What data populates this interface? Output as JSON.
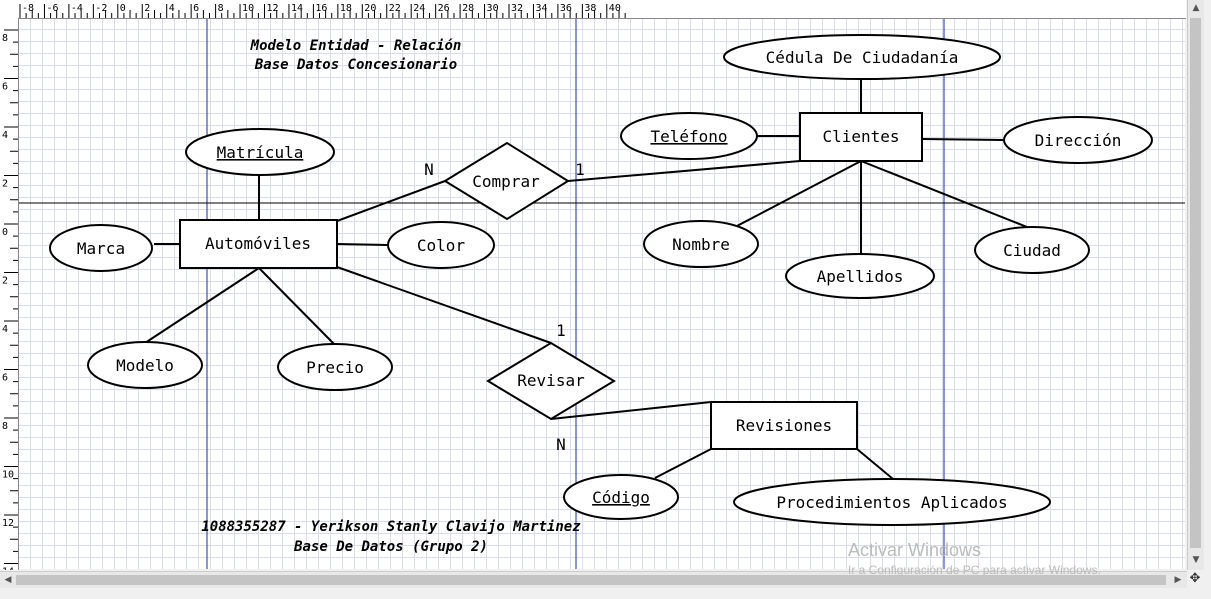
{
  "diagram": {
    "title_lines": [
      "Modelo Entidad - Relación",
      "Base Datos Concesionario"
    ],
    "footer_lines": [
      "1088355287 - Yerikson Stanly Clavijo Martinez",
      "Base De Datos (Grupo 2)"
    ],
    "entities": {
      "automoviles": "Automóviles",
      "clientes": "Clientes",
      "revisiones": "Revisiones"
    },
    "relationships": {
      "comprar": "Comprar",
      "revisar": "Revisar"
    },
    "attributes": {
      "matricula": "Matrícula",
      "marca": "Marca",
      "color": "Color",
      "modelo": "Modelo",
      "precio": "Precio",
      "cedula": "Cédula De Ciudadanía",
      "telefono": "Teléfono",
      "direccion": "Dirección",
      "nombre": "Nombre",
      "apellidos": "Apellidos",
      "ciudad": "Ciudad",
      "codigo": "Código",
      "procedimientos": "Procedimientos Aplicados"
    },
    "cardinalities": {
      "comprar_auto": "N",
      "comprar_cliente": "1",
      "revisar_auto": "1",
      "revisar_revisiones": "N"
    }
  },
  "rulers": {
    "horizontal": [
      "-8",
      "-6",
      "-4",
      "-2",
      "0",
      "2",
      "4",
      "6",
      "8",
      "10",
      "12",
      "14",
      "16",
      "18",
      "20",
      "22",
      "24",
      "26",
      "28",
      "30",
      "32",
      "34",
      "36",
      "38",
      "40"
    ],
    "vertical": [
      "8",
      "6",
      "4",
      "2",
      "0",
      "2",
      "4",
      "6",
      "8",
      "10",
      "12",
      "14"
    ]
  },
  "watermark": {
    "line1": "Activar Windows",
    "line2": "Ir a Configuración de PC para activar Windows."
  }
}
